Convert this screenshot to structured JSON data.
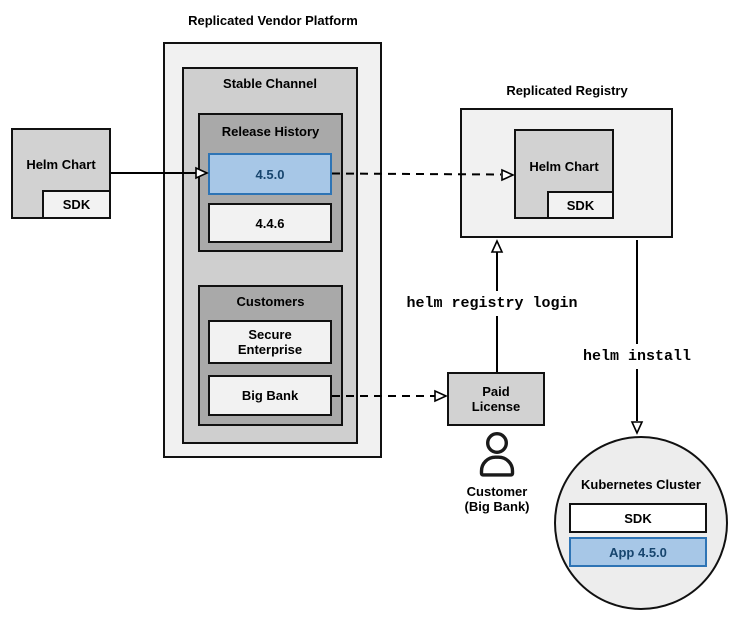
{
  "colors": {
    "highlight_fill": "#a7c7e7",
    "highlight_border": "#2e74b5",
    "highlight_text": "#17456e",
    "line": "#000000"
  },
  "source": {
    "helm_chart_label": "Helm Chart",
    "sdk_label": "SDK"
  },
  "platform": {
    "title": "Replicated Vendor Platform",
    "stable_channel": {
      "title": "Stable Channel"
    },
    "release_history": {
      "title": "Release History",
      "releases": [
        {
          "version": "4.5.0",
          "highlighted": true
        },
        {
          "version": "4.4.6",
          "highlighted": false
        }
      ]
    },
    "customers": {
      "title": "Customers",
      "items": [
        "Secure Enterprise",
        "Big Bank"
      ]
    }
  },
  "registry": {
    "title": "Replicated Registry",
    "helm_chart_label": "Helm Chart",
    "sdk_label": "SDK"
  },
  "license": {
    "label": "Paid License"
  },
  "customer": {
    "line1": "Customer",
    "line2": "(Big Bank)"
  },
  "commands": {
    "registry_login": "helm registry login",
    "install": "helm install"
  },
  "cluster": {
    "title": "Kubernetes Cluster",
    "sdk_label": "SDK",
    "app_label": "App 4.5.0"
  },
  "icons": {
    "person": "person-icon"
  }
}
